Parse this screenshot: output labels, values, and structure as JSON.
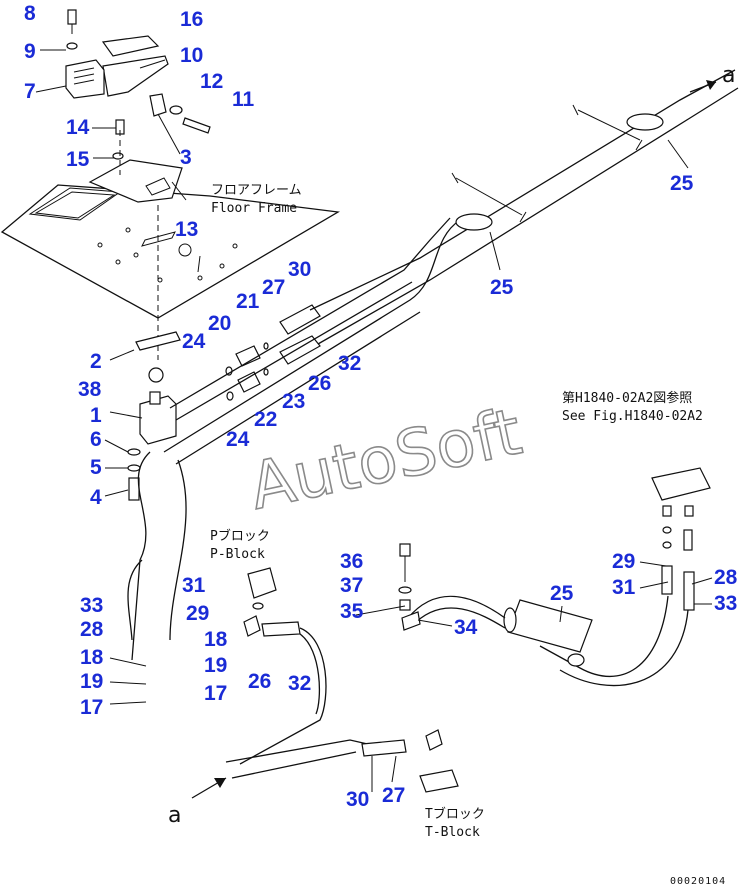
{
  "callouts": [
    {
      "id": "c8",
      "text": "8"
    },
    {
      "id": "c16",
      "text": "16"
    },
    {
      "id": "c9",
      "text": "9"
    },
    {
      "id": "c10",
      "text": "10"
    },
    {
      "id": "c7",
      "text": "7"
    },
    {
      "id": "c12",
      "text": "12"
    },
    {
      "id": "c11",
      "text": "11"
    },
    {
      "id": "c14",
      "text": "14"
    },
    {
      "id": "c3",
      "text": "3"
    },
    {
      "id": "c15",
      "text": "15"
    },
    {
      "id": "c13",
      "text": "13"
    },
    {
      "id": "c25a",
      "text": "25"
    },
    {
      "id": "c25b",
      "text": "25"
    },
    {
      "id": "c30a",
      "text": "30"
    },
    {
      "id": "c27a",
      "text": "27"
    },
    {
      "id": "c21",
      "text": "21"
    },
    {
      "id": "c20",
      "text": "20"
    },
    {
      "id": "c24a",
      "text": "24"
    },
    {
      "id": "c2",
      "text": "2"
    },
    {
      "id": "c32a",
      "text": "32"
    },
    {
      "id": "c26a",
      "text": "26"
    },
    {
      "id": "c38",
      "text": "38"
    },
    {
      "id": "c23",
      "text": "23"
    },
    {
      "id": "c22",
      "text": "22"
    },
    {
      "id": "c1",
      "text": "1"
    },
    {
      "id": "c24b",
      "text": "24"
    },
    {
      "id": "c6",
      "text": "6"
    },
    {
      "id": "c5",
      "text": "5"
    },
    {
      "id": "c4",
      "text": "4"
    },
    {
      "id": "c36",
      "text": "36"
    },
    {
      "id": "c37",
      "text": "37"
    },
    {
      "id": "c35",
      "text": "35"
    },
    {
      "id": "c25c",
      "text": "25"
    },
    {
      "id": "c34",
      "text": "34"
    },
    {
      "id": "c29a",
      "text": "29"
    },
    {
      "id": "c31a",
      "text": "31"
    },
    {
      "id": "c28a",
      "text": "28"
    },
    {
      "id": "c33a",
      "text": "33"
    },
    {
      "id": "c33b",
      "text": "33"
    },
    {
      "id": "c28b",
      "text": "28"
    },
    {
      "id": "c31b",
      "text": "31"
    },
    {
      "id": "c29b",
      "text": "29"
    },
    {
      "id": "c18a",
      "text": "18"
    },
    {
      "id": "c19a",
      "text": "19"
    },
    {
      "id": "c17a",
      "text": "17"
    },
    {
      "id": "c18b",
      "text": "18"
    },
    {
      "id": "c19b",
      "text": "19"
    },
    {
      "id": "c17b",
      "text": "17"
    },
    {
      "id": "c26b",
      "text": "26"
    },
    {
      "id": "c32b",
      "text": "32"
    },
    {
      "id": "c30b",
      "text": "30"
    },
    {
      "id": "c27b",
      "text": "27"
    }
  ],
  "labels": {
    "floor_frame_jp": "フロアフレーム",
    "floor_frame_en": "Floor Frame",
    "see_fig_jp": "第H1840-02A2図参照",
    "see_fig_en": "See Fig.H1840-02A2",
    "p_block_jp": "Pブロック",
    "p_block_en": "P-Block",
    "t_block_jp": "Tブロック",
    "t_block_en": "T-Block",
    "arrow_top": "a",
    "arrow_bottom": "a"
  },
  "figure_number": "00020104",
  "watermark": "AutoSoft",
  "colors": {
    "callout": "#1a2bd6",
    "line": "#111111",
    "watermark": "#8a8a8a"
  }
}
